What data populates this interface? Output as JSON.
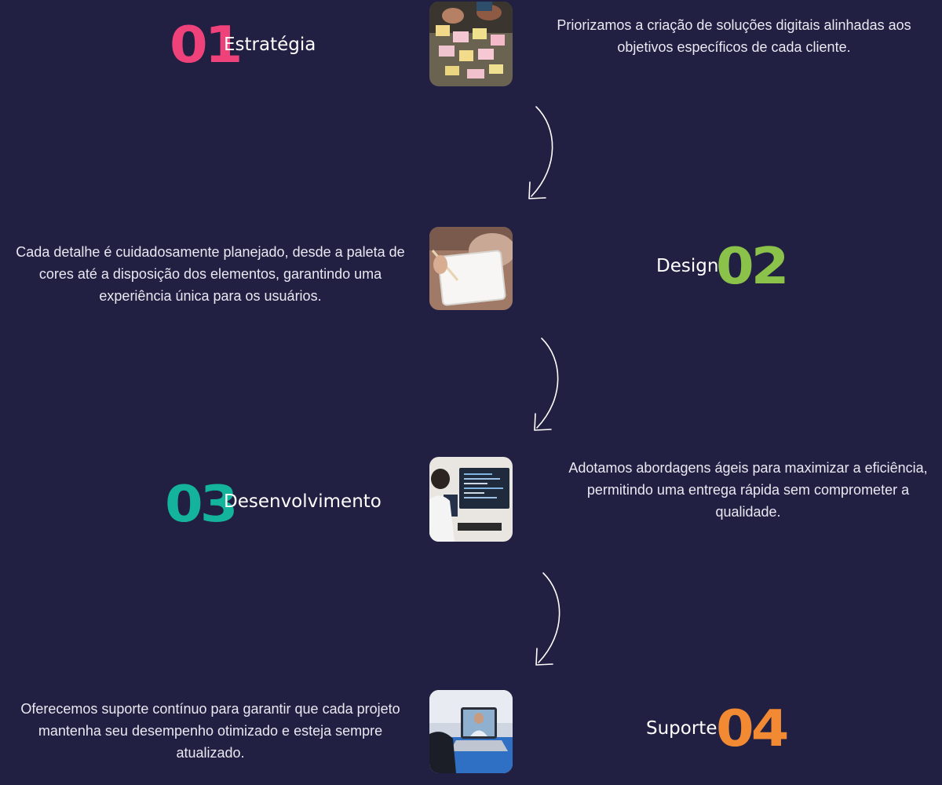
{
  "steps": [
    {
      "number": "01",
      "title": "Estratégia",
      "description": "Priorizamos a criação de soluções digitais alinhadas aos objetivos específicos de cada cliente.",
      "image": "sticky-notes-planning-photo",
      "number_color": "#f0427a"
    },
    {
      "number": "02",
      "title": "Design",
      "description": "Cada detalhe é cuidadosamente planejado, desde a paleta de cores até a disposição dos elementos, garantindo uma experiência única para os usuários.",
      "image": "tablet-drawing-photo",
      "number_color": "#8bc34a"
    },
    {
      "number": "03",
      "title": "Desenvolvimento",
      "description": "Adotamos abordagens ágeis para maximizar a eficiência, permitindo uma entrega rápida sem comprometer a qualidade.",
      "image": "developer-coding-photo",
      "number_color": "#14b49c"
    },
    {
      "number": "04",
      "title": "Suporte",
      "description": "Oferecemos suporte contínuo para garantir que cada projeto mantenha seu desempenho otimizado e esteja sempre atualizado.",
      "image": "video-call-laptop-photo",
      "number_color": "#f28a33"
    }
  ],
  "colors": {
    "background": "#211f42",
    "text": "#ffffff",
    "arrow": "#ffffff"
  },
  "arrow_icon": "curved-arrow-down-icon"
}
